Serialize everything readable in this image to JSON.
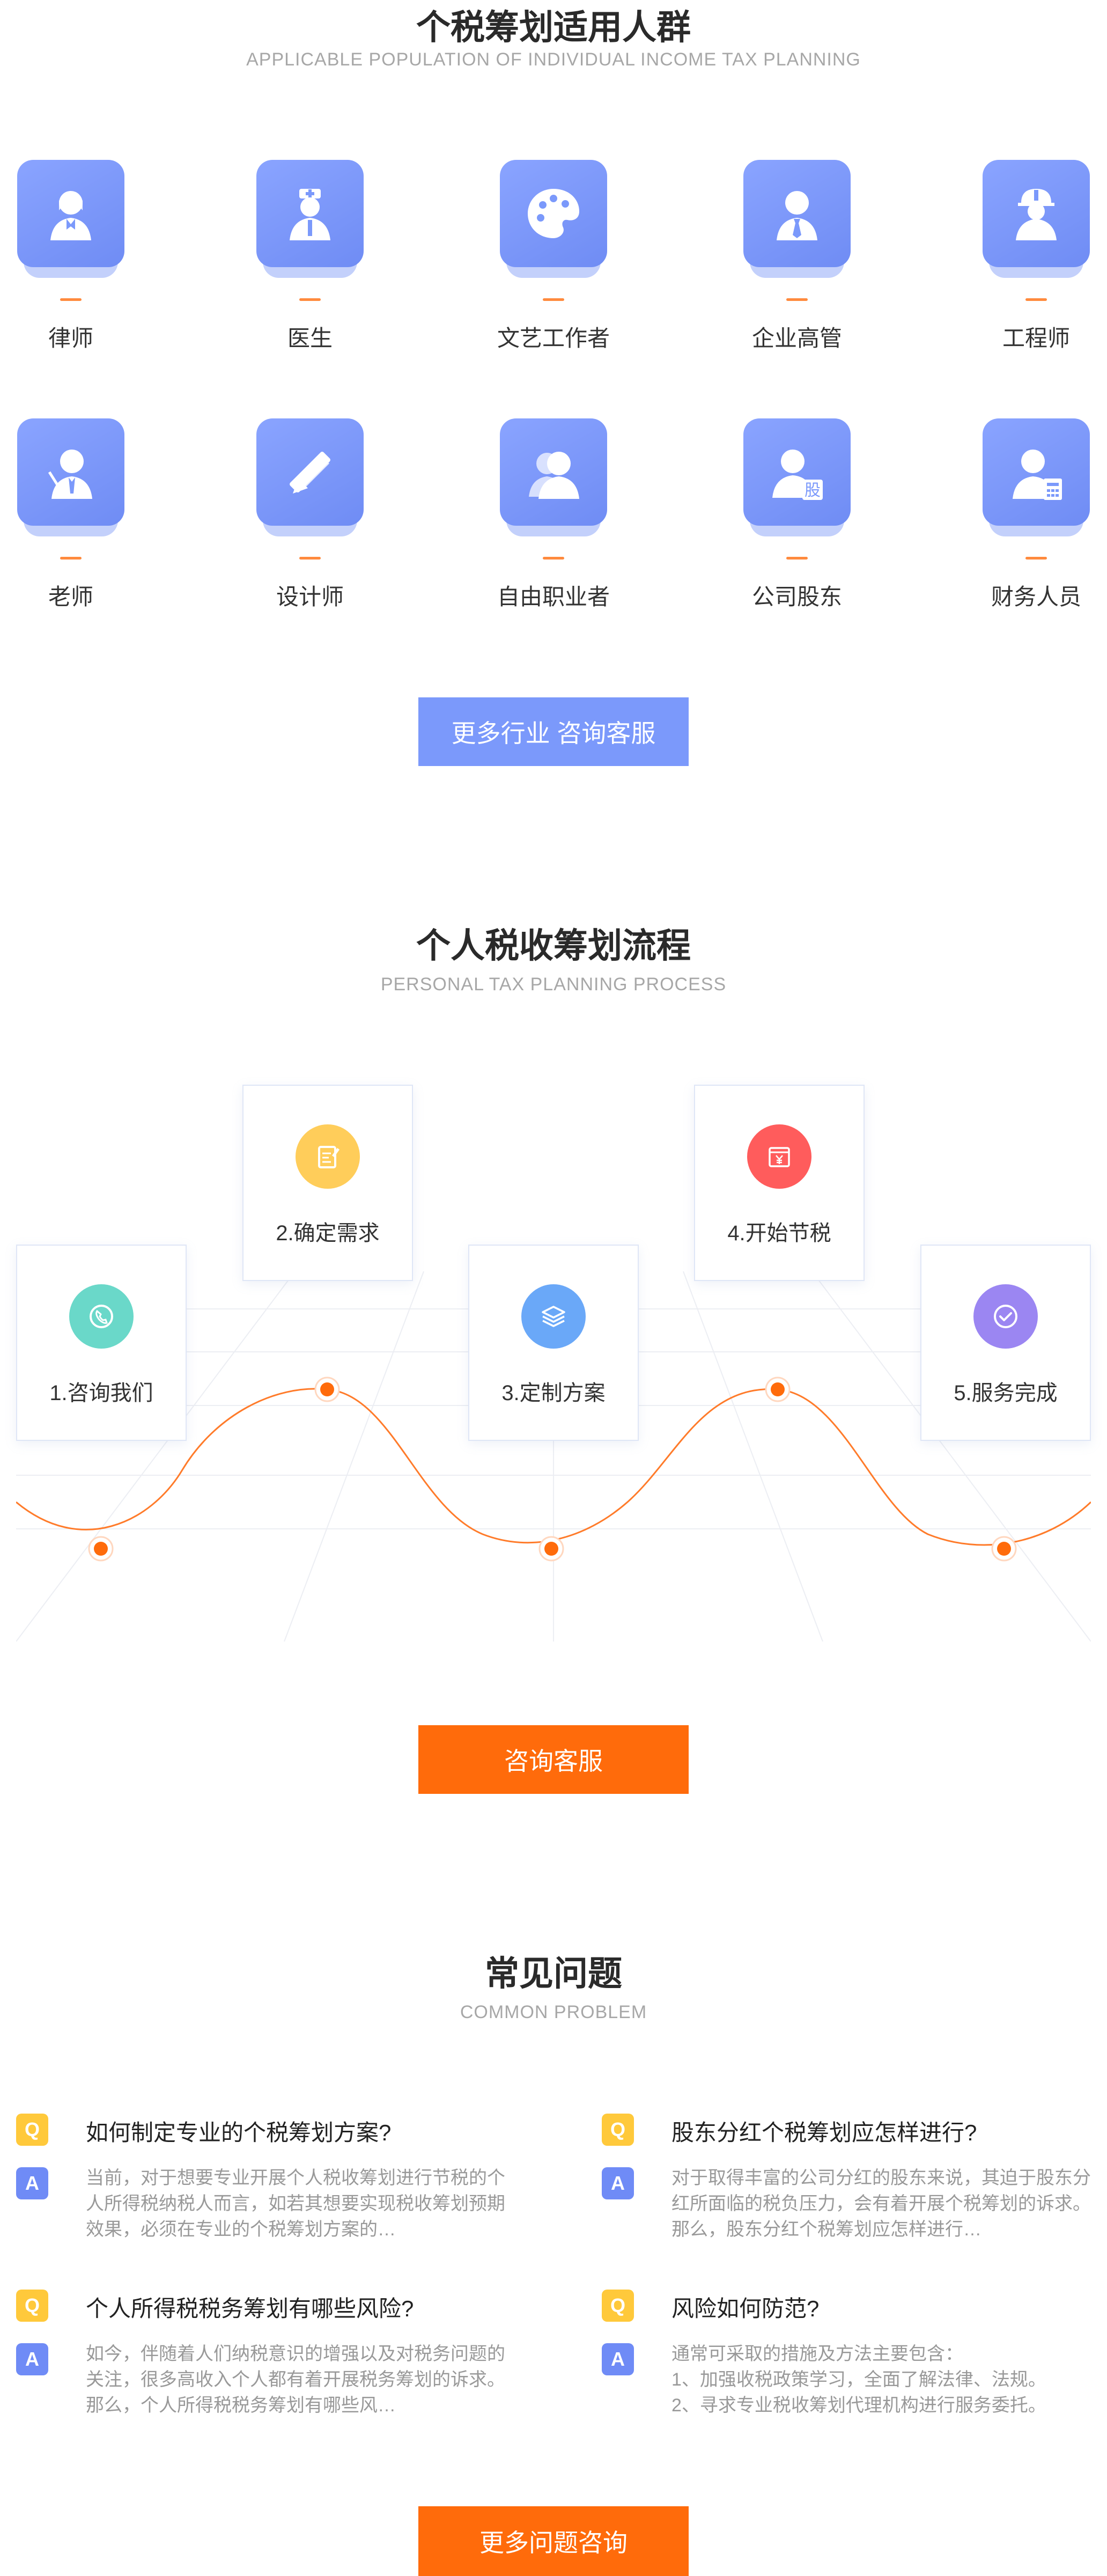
{
  "section1": {
    "title": "个税筹划适用人群",
    "subtitle": "APPLICABLE POPULATION OF INDIVIDUAL INCOME TAX PLANNING",
    "groups": [
      {
        "label": "律师",
        "icon": "lawyer-icon"
      },
      {
        "label": "医生",
        "icon": "doctor-icon"
      },
      {
        "label": "文艺工作者",
        "icon": "artist-palette-icon"
      },
      {
        "label": "企业高管",
        "icon": "executive-icon"
      },
      {
        "label": "工程师",
        "icon": "engineer-helmet-icon"
      },
      {
        "label": "老师",
        "icon": "teacher-icon"
      },
      {
        "label": "设计师",
        "icon": "designer-ruler-icon"
      },
      {
        "label": "自由职业者",
        "icon": "freelancer-icon"
      },
      {
        "label": "公司股东",
        "icon": "shareholder-icon"
      },
      {
        "label": "财务人员",
        "icon": "accountant-icon"
      }
    ],
    "shareholder_badge": "股",
    "button": "更多行业 咨询客服"
  },
  "section2": {
    "title": "个人税收筹划流程",
    "subtitle": "PERSONAL TAX PLANNING PROCESS",
    "steps": [
      {
        "label": "1.咨询我们",
        "icon": "phone-icon",
        "color": "#6ad8c9"
      },
      {
        "label": "2.确定需求",
        "icon": "notepad-icon",
        "color": "#ffcd5a"
      },
      {
        "label": "3.定制方案",
        "icon": "layers-icon",
        "color": "#6aa8f8"
      },
      {
        "label": "4.开始节税",
        "icon": "yen-box-icon",
        "color": "#ff5c5c"
      },
      {
        "label": "5.服务完成",
        "icon": "check-circle-icon",
        "color": "#9b86f2"
      }
    ],
    "button": "咨询客服"
  },
  "section3": {
    "title": "常见问题",
    "subtitle": "COMMON PROBLEM",
    "q_badge": "Q",
    "a_badge": "A",
    "items": [
      {
        "q": "如何制定专业的个税筹划方案?",
        "a": "当前，对于想要专业开展个人税收筹划进行节税的个人所得税纳税人而言，如若其想要实现税收筹划预期效果，必须在专业的个税筹划方案的…"
      },
      {
        "q": "股东分红个税筹划应怎样进行?",
        "a": "对于取得丰富的公司分红的股东来说，其迫于股东分红所面临的税负压力，会有着开展个税筹划的诉求。那么，股东分红个税筹划应怎样进行…"
      },
      {
        "q": "个人所得税税务筹划有哪些风险?",
        "a": "如今，伴随着人们纳税意识的增强以及对税务问题的关注，很多高收入个人都有着开展税务筹划的诉求。那么，个人所得税税务筹划有哪些风…"
      },
      {
        "q": "风险如何防范?",
        "a": "通常可采取的措施及方法主要包含：\n1、加强收税政策学习，全面了解法律、法规。\n2、寻求专业税收筹划代理机构进行服务委托。"
      }
    ],
    "button": "更多问题咨询"
  },
  "colors": {
    "icon_blue": "#7b99fb",
    "accent_orange": "#ff6b0b",
    "q_yellow": "#ffc93b",
    "a_blue": "#6f8bf6"
  }
}
